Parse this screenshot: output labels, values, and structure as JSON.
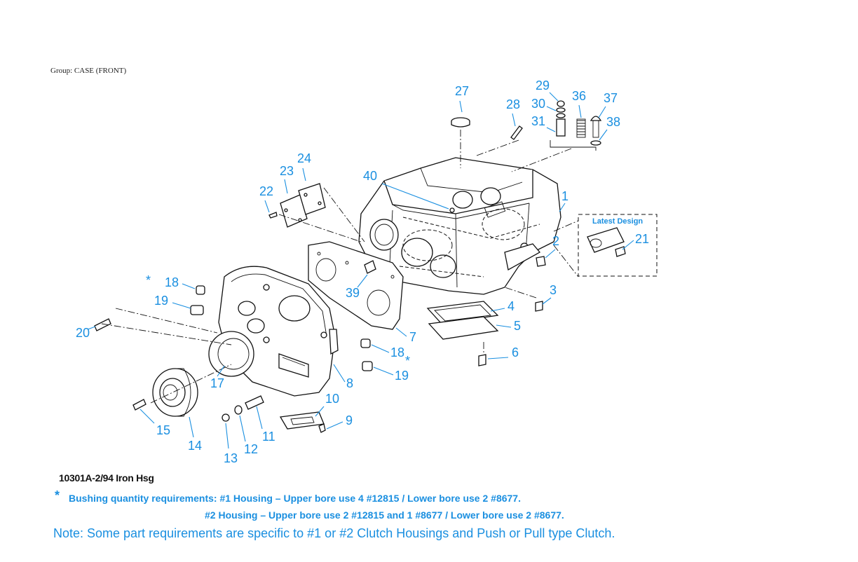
{
  "group_label": "Group: CASE (FRONT)",
  "figure_id": "10301A-2/94 Iron Hsg",
  "latest_design_label": "Latest Design",
  "asterisk": "*",
  "notes": {
    "bushing_line_1": "Bushing quantity requirements: #1 Housing – Upper bore use 4 #12815  /  Lower bore use 2 #8677.",
    "bushing_line_2": "#2 Housing – Upper bore use 2 #12815 and 1 #8677  /  Lower bore use 2 #8677.",
    "main_note": "Note: Some part requirements are specific to #1 or #2  Clutch Housings and Push or Pull type Clutch."
  },
  "callouts": [
    "1",
    "2",
    "3",
    "4",
    "5",
    "6",
    "7",
    "8",
    "9",
    "10",
    "11",
    "12",
    "13",
    "14",
    "15",
    "17",
    "18",
    "19",
    "20",
    "21",
    "22",
    "23",
    "24",
    "27",
    "28",
    "29",
    "30",
    "31",
    "36",
    "37",
    "38",
    "39",
    "40",
    "18",
    "19",
    "*",
    "*"
  ],
  "colors": {
    "callout": "#1a8fe0",
    "line_art": "#111111",
    "background": "#ffffff"
  }
}
